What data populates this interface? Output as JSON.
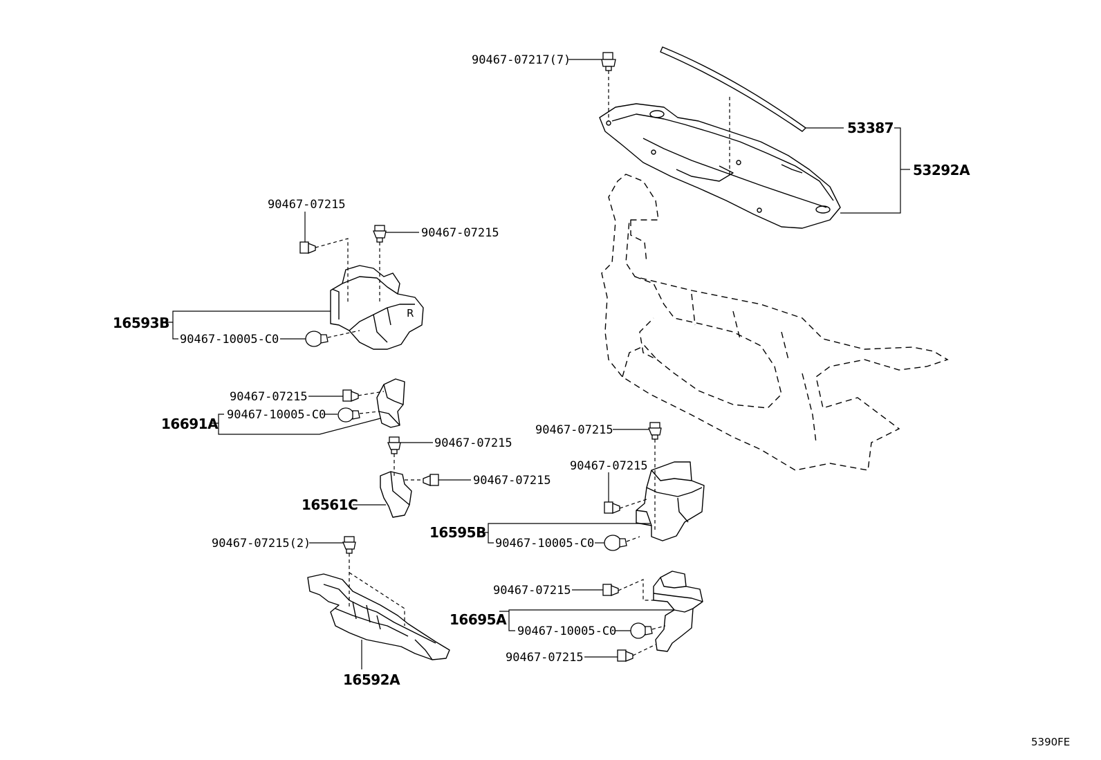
{
  "labels": {
    "p90467_07217_7": "90467-07217(7)",
    "p53387": "53387",
    "p53292A": "53292A",
    "p16593B": "16593B",
    "p16593B_clip_top1": "90467-07215",
    "p16593B_clip_top2": "90467-07215",
    "p16593B_clip_bottom": "90467-10005-C0",
    "p16691A": "16691A",
    "p16691A_clip1": "90467-07215",
    "p16691A_clip2": "90467-10005-C0",
    "p16561C": "16561C",
    "p16561C_clip1": "90467-07215",
    "p16561C_clip2": "90467-07215",
    "p16595B": "16595B",
    "p16595B_clip1": "90467-07215",
    "p16595B_clip2": "90467-07215",
    "p16595B_clip3": "90467-10005-C0",
    "p16592A": "16592A",
    "p16592A_clip": "90467-07215(2)",
    "p16695A": "16695A",
    "p16695A_clip1": "90467-07215",
    "p16695A_clip2": "90467-10005-C0",
    "p16695A_clip3": "90467-07215"
  },
  "diagram_code": "5390FE"
}
